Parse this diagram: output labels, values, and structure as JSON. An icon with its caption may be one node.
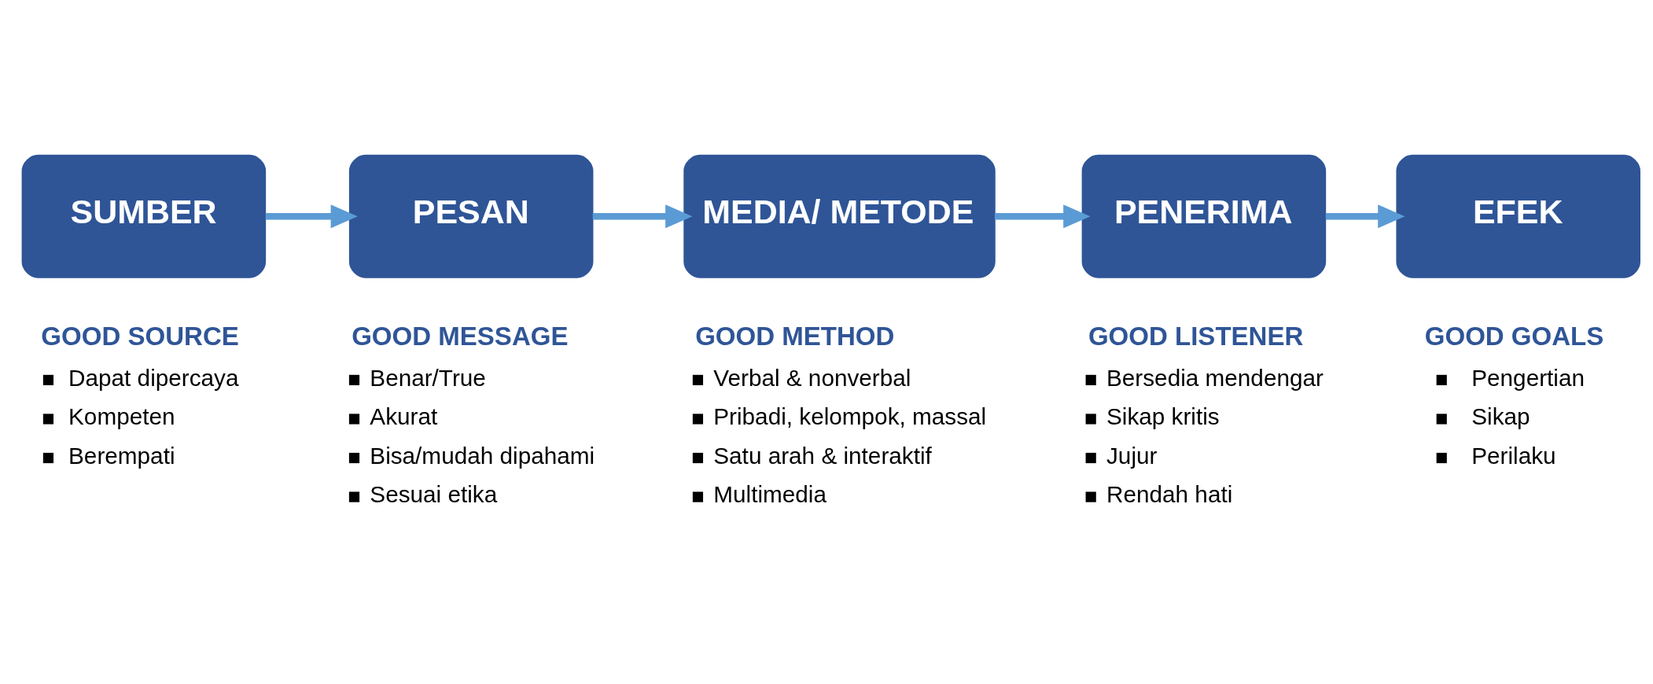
{
  "diagram": {
    "nodes": [
      {
        "text": [
          "SUMBER"
        ],
        "beside": [
          "GOOD SOURCE",
          "Dapat dipercaya",
          "Kompeten",
          "Berempati"
        ]
      },
      {
        "text": [
          "PESAN"
        ],
        "beside": [
          "GOOD MESSAGE",
          "Benar/True",
          "Akurat",
          "Bisa/mudah dipahami",
          "Sesuai etika"
        ]
      },
      {
        "text": [
          "MEDIA/ METODE"
        ],
        "beside": [
          "GOOD METHOD",
          "Verbal & nonverbal",
          "Pribadi, kelompok, massal",
          "Satu arah & interaktif",
          "Multimedia"
        ]
      },
      {
        "text": [
          "PENERIMA"
        ],
        "beside": [
          "GOOD LISTENER",
          "Bersedia mendengar",
          "Sikap kritis",
          "Jujur",
          "Rendah hati"
        ]
      },
      {
        "text": [
          "EFEK"
        ],
        "beside": [
          "GOOD GOALS",
          "Pengertian",
          "Sikap",
          "Perilaku"
        ]
      }
    ],
    "edges": [
      {
        "from": 0,
        "to": 1,
        "arrow": "to"
      },
      {
        "from": 1,
        "to": 2,
        "arrow": "to"
      },
      {
        "from": 2,
        "to": 3,
        "arrow": "to"
      },
      {
        "from": 3,
        "to": 4,
        "arrow": "to"
      }
    ]
  }
}
